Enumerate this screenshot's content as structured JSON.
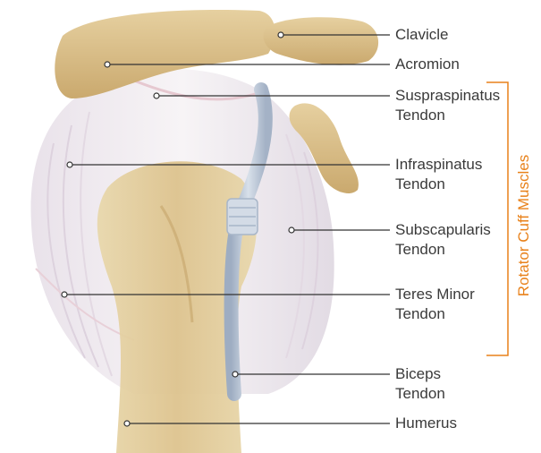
{
  "colors": {
    "bone": "#d9c08a",
    "bone_shadow": "#b89a62",
    "tendon": "#f1ecef",
    "tendon_shade": "#dcd4dc",
    "biceps": "#b8c4d4",
    "leader": "#333333",
    "label_text": "#3a3a3a",
    "accent": "#e8811a"
  },
  "labels": [
    {
      "id": "clavicle",
      "lines": [
        "Clavicle"
      ]
    },
    {
      "id": "acromion",
      "lines": [
        "Acromion"
      ]
    },
    {
      "id": "supraspinatus",
      "lines": [
        "Suspraspinatus",
        "Tendon"
      ]
    },
    {
      "id": "infraspinatus",
      "lines": [
        "Infraspinatus",
        "Tendon"
      ]
    },
    {
      "id": "subscapularis",
      "lines": [
        "Subscapularis",
        "Tendon"
      ]
    },
    {
      "id": "teres_minor",
      "lines": [
        "Teres Minor",
        "Tendon"
      ]
    },
    {
      "id": "biceps",
      "lines": [
        "Biceps",
        "Tendon"
      ]
    },
    {
      "id": "humerus",
      "lines": [
        "Humerus"
      ]
    }
  ],
  "bracket": {
    "label": "Rotator Cuff Muscles"
  }
}
